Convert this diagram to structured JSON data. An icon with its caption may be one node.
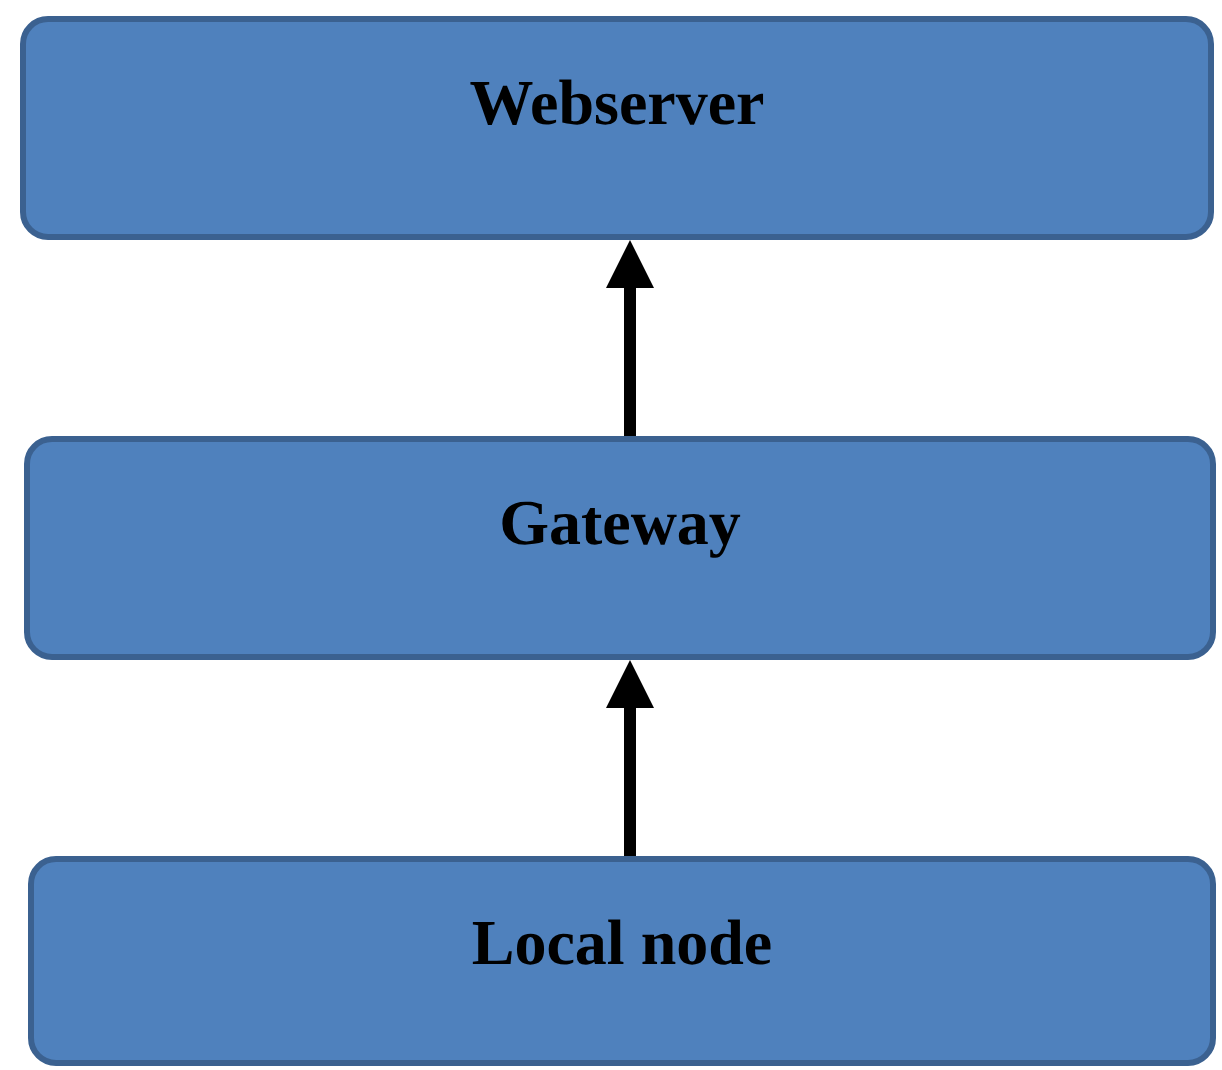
{
  "diagram": {
    "nodes": [
      {
        "text": [
          "Webserver"
        ]
      },
      {
        "text": [
          "Gateway"
        ]
      },
      {
        "text": [
          "Local node"
        ]
      }
    ],
    "edges": [
      {
        "from": 1,
        "to": 0,
        "arrow": "to"
      },
      {
        "from": 2,
        "to": 1,
        "arrow": "to"
      }
    ]
  }
}
